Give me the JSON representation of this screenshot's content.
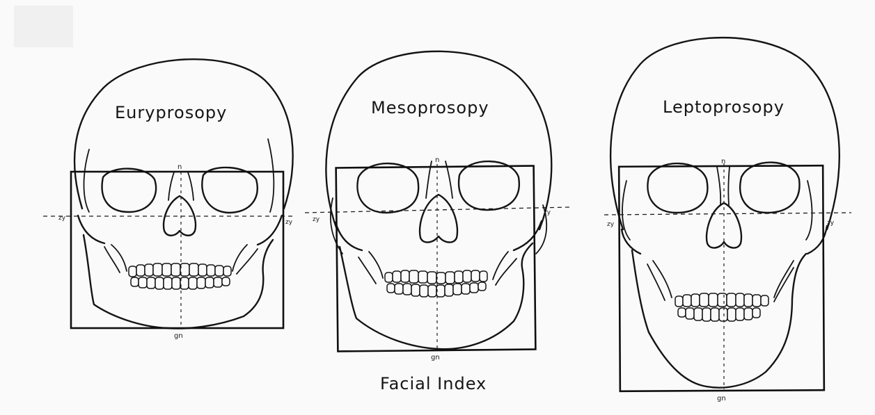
{
  "diagram": {
    "caption": "Facial Index",
    "panels": [
      {
        "title": "Euryprosopy",
        "landmarks": {
          "nasion": "n",
          "gnathion": "gn",
          "zygion_left": "zy",
          "zygion_right": "zy"
        }
      },
      {
        "title": "Mesoprosopy",
        "landmarks": {
          "nasion": "n",
          "gnathion": "gn",
          "zygion_left": "zy",
          "zygion_right": "zy"
        }
      },
      {
        "title": "Leptoprosopy",
        "landmarks": {
          "nasion": "n",
          "gnathion": "gn",
          "zygion_left": "zy",
          "zygion_right": "zy"
        }
      }
    ]
  }
}
